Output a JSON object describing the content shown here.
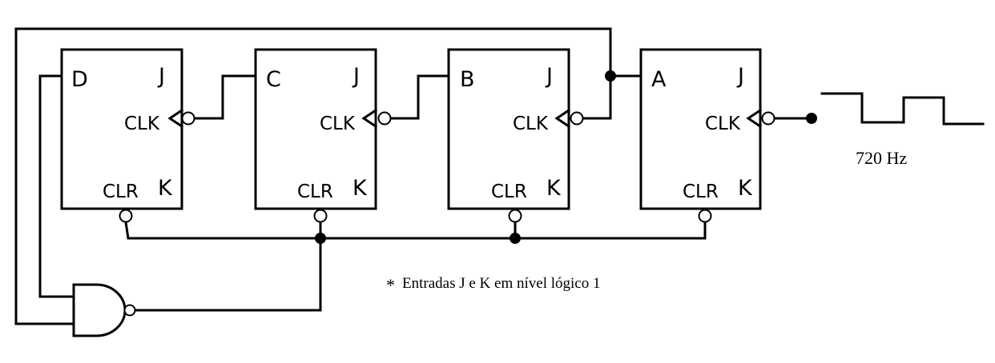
{
  "flipflops": [
    {
      "name": "D",
      "j": "J",
      "k": "K",
      "clk": "CLK",
      "clr": "CLR"
    },
    {
      "name": "C",
      "j": "J",
      "k": "K",
      "clk": "CLK",
      "clr": "CLR"
    },
    {
      "name": "B",
      "j": "J",
      "k": "K",
      "clk": "CLK",
      "clr": "CLR"
    },
    {
      "name": "A",
      "j": "J",
      "k": "K",
      "clk": "CLK",
      "clr": "CLR"
    }
  ],
  "clock": {
    "frequency_label": "720 Hz"
  },
  "note": {
    "marker": "*",
    "text": "Entradas J e K em nível lógico 1"
  }
}
